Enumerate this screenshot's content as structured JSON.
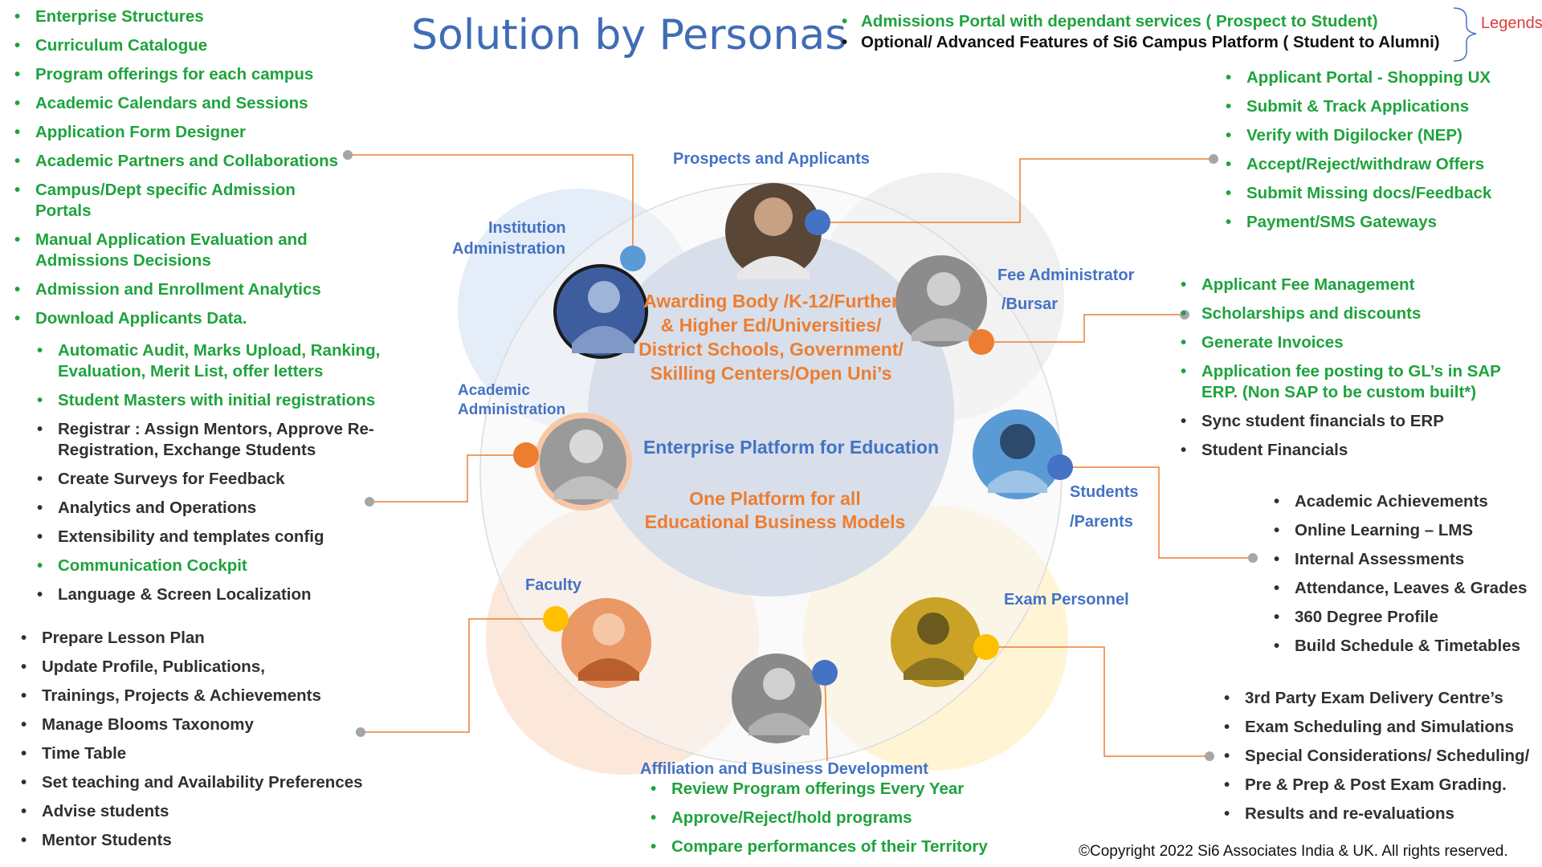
{
  "title": "Solution by Personas",
  "legend": {
    "heading": "Legends",
    "green_item": "Admissions Portal with dependant services ( Prospect to Student)",
    "black_item": "Optional/ Advanced Features of Si6 Campus Platform ( Student to Alumni)"
  },
  "center": {
    "orange_text": "Awarding Body /K-12/Further & Higher Ed/Universities/ District Schools, Government/ Skilling Centers/Open Uni’s",
    "blue_text": "Enterprise Platform for Education",
    "tagline": "One Platform for all Educational Business Models"
  },
  "personas": {
    "prospects": "Prospects and Applicants",
    "institution_line1": "Institution",
    "institution_line2": "Administration",
    "fee_line1": "Fee Administrator",
    "fee_line2": "/Bursar",
    "academic_line1": "Academic",
    "academic_line2": "Administration",
    "students_line1": "Students",
    "students_line2": "/Parents",
    "faculty": "Faculty",
    "exam": "Exam Personnel",
    "affiliation": "Affiliation and Business Development"
  },
  "lists": {
    "institution": [
      {
        "text": "Enterprise Structures",
        "kind": "green"
      },
      {
        "text": "Curriculum Catalogue",
        "kind": "green"
      },
      {
        "text": "Program offerings for each campus",
        "kind": "green"
      },
      {
        "text": "Academic Calendars and Sessions",
        "kind": "green"
      },
      {
        "text": "Application Form Designer",
        "kind": "green"
      },
      {
        "text": "Academic Partners and Collaborations",
        "kind": "green"
      },
      {
        "text": "Campus/Dept specific Admission Portals",
        "kind": "green"
      },
      {
        "text": "Manual Application Evaluation and Admissions Decisions",
        "kind": "green"
      },
      {
        "text": "Admission and Enrollment Analytics",
        "kind": "green"
      },
      {
        "text": "Download Applicants Data.",
        "kind": "green"
      }
    ],
    "academic": [
      {
        "text": "Automatic Audit, Marks Upload, Ranking, Evaluation, Merit List, offer letters",
        "kind": "green"
      },
      {
        "text": "Student Masters with initial registrations",
        "kind": "green"
      },
      {
        "text": "Registrar : Assign Mentors, Approve Re-Registration, Exchange Students",
        "kind": "dark"
      },
      {
        "text": "Create Surveys for Feedback",
        "kind": "dark"
      },
      {
        "text": "Analytics and Operations",
        "kind": "dark"
      },
      {
        "text": "Extensibility and templates config",
        "kind": "dark"
      },
      {
        "text": "Communication Cockpit",
        "kind": "green"
      },
      {
        "text": "Language & Screen Localization",
        "kind": "dark"
      }
    ],
    "faculty": [
      {
        "text": "Prepare Lesson Plan",
        "kind": "dark"
      },
      {
        "text": "Update Profile, Publications,",
        "kind": "dark"
      },
      {
        "text": "Trainings, Projects & Achievements",
        "kind": "dark"
      },
      {
        "text": "Manage Blooms Taxonomy",
        "kind": "dark"
      },
      {
        "text": "Time Table",
        "kind": "dark"
      },
      {
        "text": "Set teaching and Availability Preferences",
        "kind": "dark"
      },
      {
        "text": "Advise students",
        "kind": "dark"
      },
      {
        "text": "Mentor Students",
        "kind": "dark"
      }
    ],
    "prospects": [
      {
        "text": "Applicant Portal - Shopping UX",
        "kind": "green"
      },
      {
        "text": "Submit & Track Applications",
        "kind": "green"
      },
      {
        "text": "Verify with Digilocker (NEP)",
        "kind": "green"
      },
      {
        "text": "Accept/Reject/withdraw Offers",
        "kind": "green"
      },
      {
        "text": "Submit Missing docs/Feedback",
        "kind": "green"
      },
      {
        "text": "Payment/SMS Gateways",
        "kind": "green"
      }
    ],
    "fee": [
      {
        "text": "Applicant Fee Management",
        "kind": "green"
      },
      {
        "text": "Scholarships and discounts",
        "kind": "green"
      },
      {
        "text": "Generate Invoices",
        "kind": "green"
      },
      {
        "text": "Application fee posting to GL’s in SAP ERP. (Non SAP to be custom built*)",
        "kind": "green"
      },
      {
        "text": "Sync student financials to ERP",
        "kind": "dark"
      },
      {
        "text": "Student Financials",
        "kind": "dark"
      }
    ],
    "students": [
      {
        "text": "Academic Achievements",
        "kind": "dark"
      },
      {
        "text": "Online Learning – LMS",
        "kind": "dark"
      },
      {
        "text": "Internal Assessments",
        "kind": "dark"
      },
      {
        "text": "Attendance, Leaves & Grades",
        "kind": "dark"
      },
      {
        "text": "360 Degree Profile",
        "kind": "dark"
      },
      {
        "text": "Build Schedule & Timetables",
        "kind": "dark"
      }
    ],
    "exam": [
      {
        "text": "3rd Party Exam Delivery Centre’s",
        "kind": "dark"
      },
      {
        "text": "Exam Scheduling and Simulations",
        "kind": "dark"
      },
      {
        "text": "Special Considerations/ Scheduling/",
        "kind": "dark"
      },
      {
        "text": "Pre & Prep & Post Exam Grading.",
        "kind": "dark"
      },
      {
        "text": "Results and re-evaluations",
        "kind": "dark"
      }
    ],
    "affiliation": [
      {
        "text": "Review Program offerings Every Year",
        "kind": "green"
      },
      {
        "text": "Approve/Reject/hold programs",
        "kind": "green"
      },
      {
        "text": "Compare performances of their Territory",
        "kind": "green"
      }
    ]
  },
  "colors": {
    "green": "#1ea33d",
    "dark": "#303030",
    "blue": "#4472c4",
    "orange": "#ed7d31",
    "yellow": "#ffc000",
    "legend_red": "#e03a3a"
  },
  "copyright": "©Copyright 2022 Si6 Associates India & UK. All rights reserved."
}
